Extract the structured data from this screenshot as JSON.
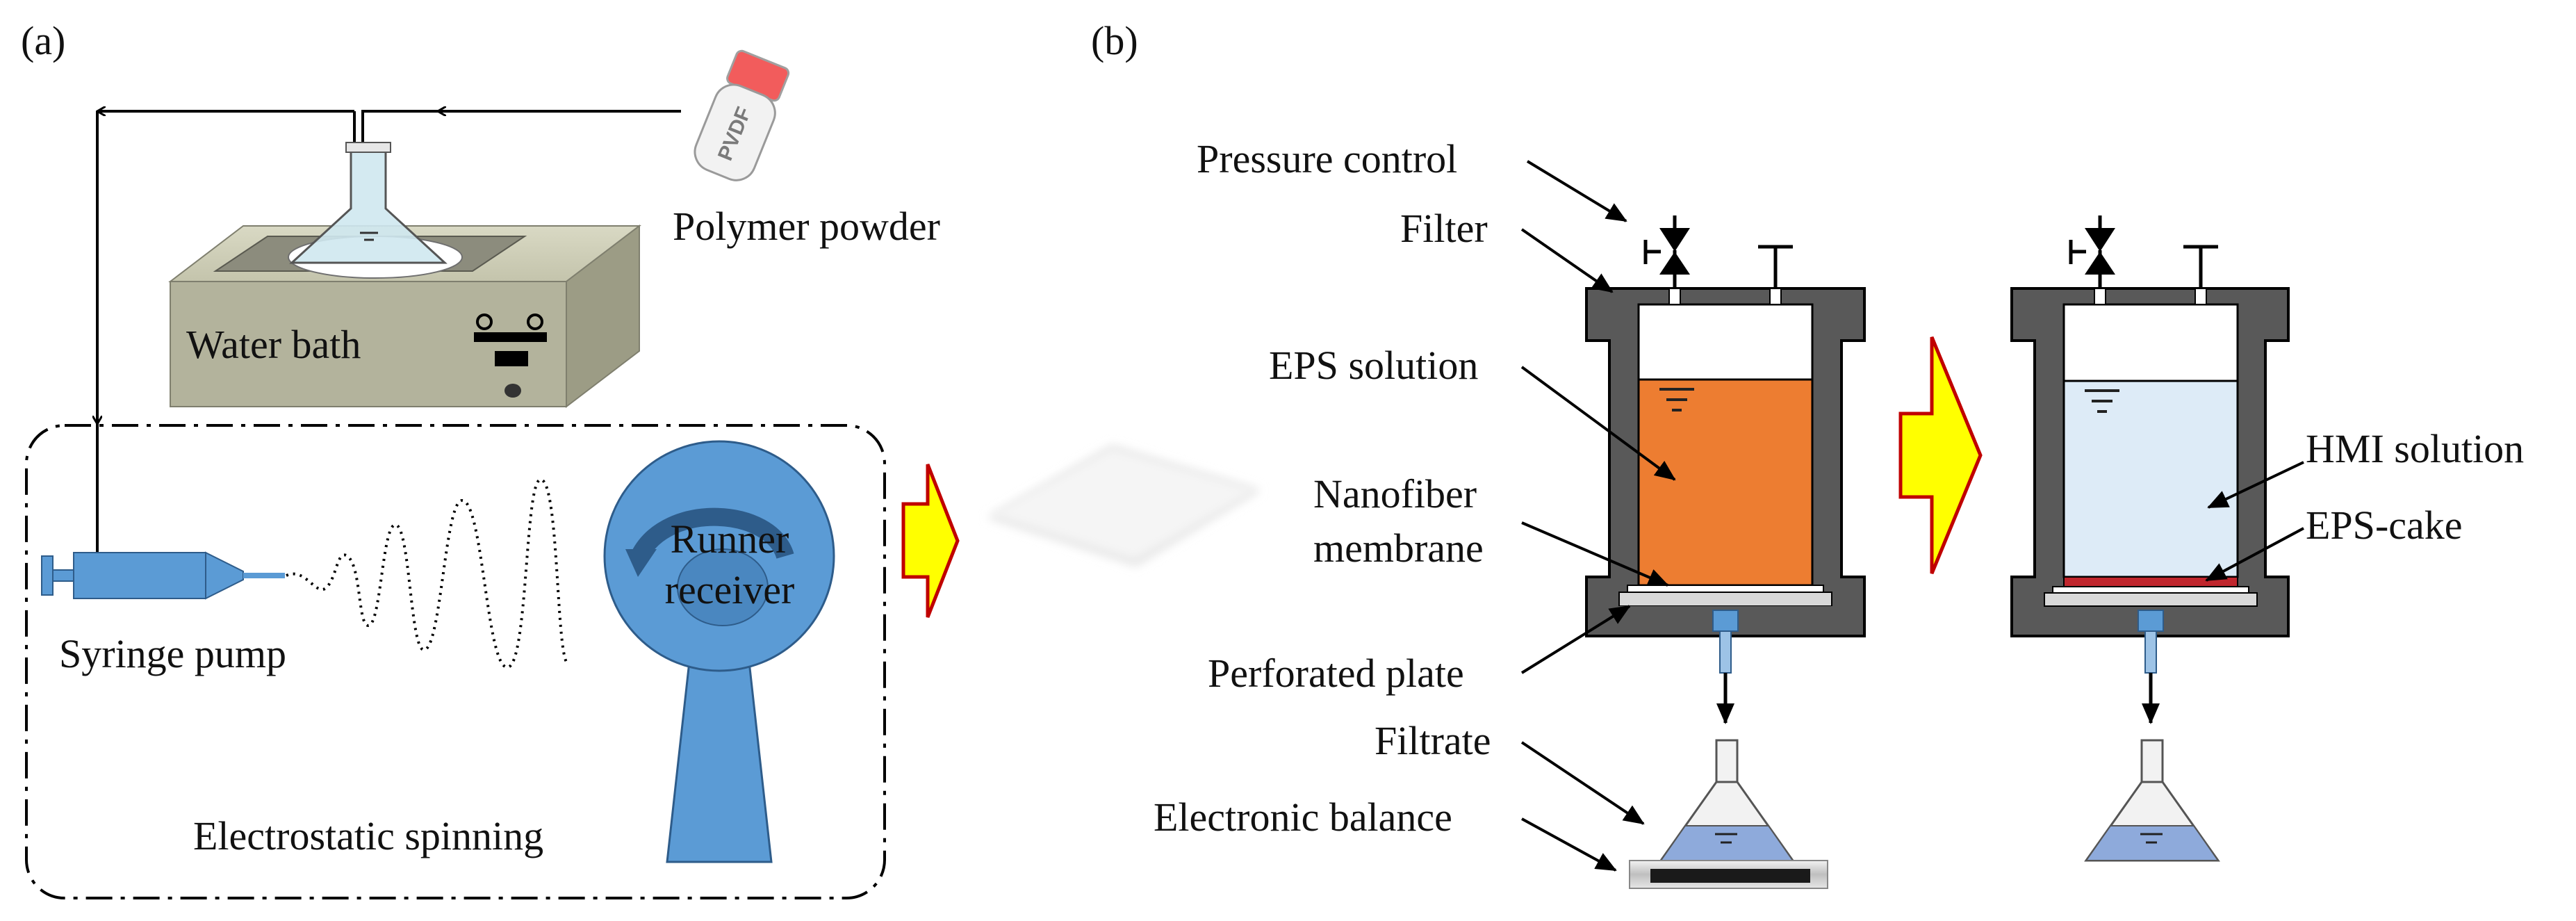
{
  "panel_a": {
    "tag": "(a)",
    "water_bath_label": "Water bath",
    "polymer_powder_label": "Polymer powder",
    "vial_text": "PVDF",
    "syringe_pump_label": "Syringe pump",
    "receiver_label_line1": "Runner",
    "receiver_label_line2": "receiver",
    "spinning_label": "Electrostatic spinning"
  },
  "panel_b": {
    "tag": "(b)",
    "pressure_control_label": "Pressure control",
    "filter_label": "Filter",
    "eps_solution_label": "EPS solution",
    "membrane_label_line1": "Nanofiber",
    "membrane_label_line2": "membrane",
    "perforated_plate_label": "Perforated plate",
    "filtrate_label": "Filtrate",
    "balance_label": "Electronic balance",
    "hmi_solution_label": "HMI solution",
    "eps_cake_label": "EPS-cake"
  },
  "colors": {
    "eps_solution": "#ED7D31",
    "hmi_solution": "#DDEBF7",
    "eps_cake": "#C0262D",
    "apparatus_blue": "#5B9BD5",
    "vessel_wall": "#595959",
    "water_bath_body": "#BDBDA6",
    "arrow_fill": "#FFFF00",
    "arrow_outline": "#C00000"
  }
}
